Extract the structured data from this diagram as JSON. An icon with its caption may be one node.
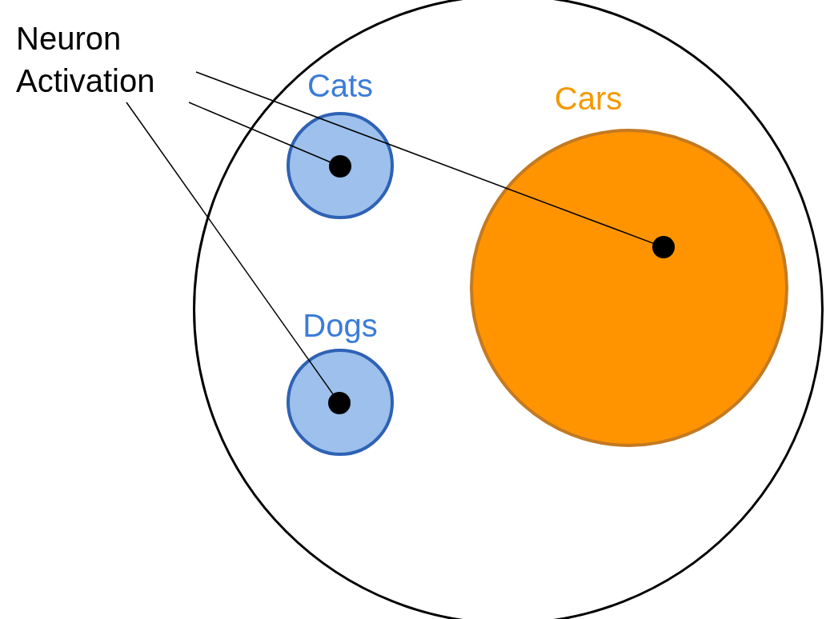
{
  "diagram": {
    "nodes": [
      {
        "text": [
          "Neuron Activation"
        ]
      },
      {
        "text": [],
        "shape": "circle"
      },
      {
        "text": [
          "Cats"
        ],
        "in": 1
      },
      {
        "text": [
          "Cars"
        ],
        "in": 1
      },
      {
        "text": [
          "Dogs"
        ],
        "in": 1
      },
      {
        "text": [],
        "shape": "circle",
        "in": 2
      },
      {
        "text": [],
        "shape": "circle",
        "in": 3
      },
      {
        "text": [],
        "shape": "circle",
        "in": 4
      }
    ],
    "edges": [
      {
        "from": 0,
        "to": 6,
        "arrow": "none"
      },
      {
        "from": 0,
        "to": 5,
        "arrow": "none"
      },
      {
        "from": 0,
        "to": 7,
        "arrow": "none"
      }
    ]
  }
}
